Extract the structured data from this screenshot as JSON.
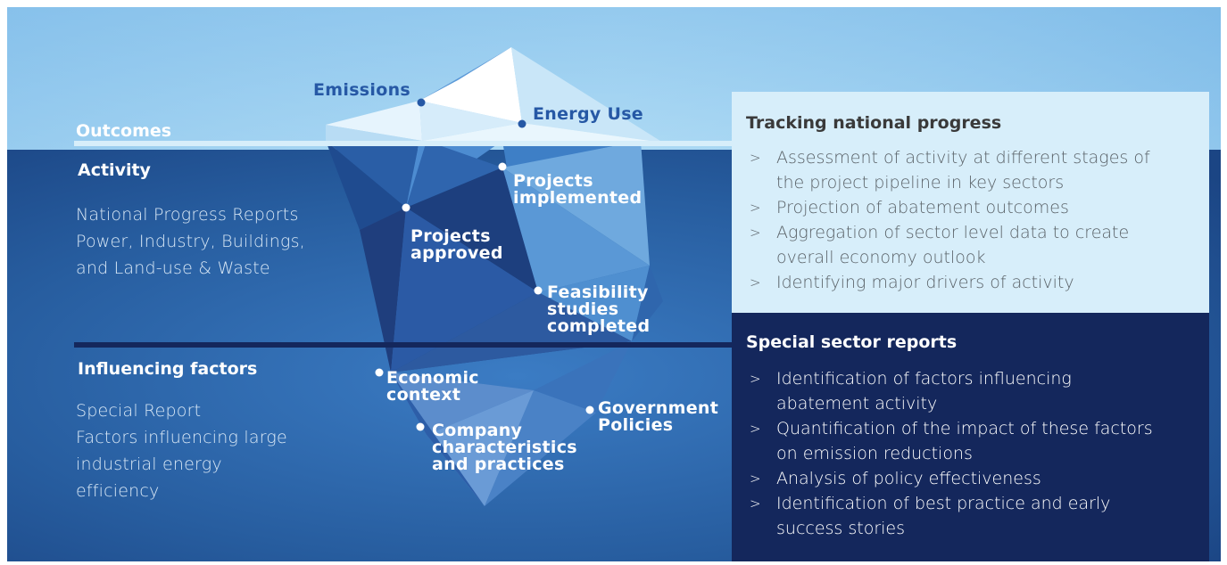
{
  "left": {
    "outcomes": "Outcomes",
    "activity": {
      "title": "Activity",
      "lines": [
        "National Progress Reports",
        "Power, Industry, Buildings,",
        "and Land-use & Waste"
      ]
    },
    "influencing": {
      "title": "Influencing factors",
      "lines": [
        "Special Report",
        "Factors influencing large",
        "industrial energy",
        "efficiency"
      ]
    }
  },
  "iceberg": {
    "emissions": "Emissions",
    "energy_use": "Energy Use",
    "projects_implemented": [
      "Projects",
      "implemented"
    ],
    "projects_approved": [
      "Projects",
      "approved"
    ],
    "feasibility": [
      "Feasibility",
      "studies",
      "completed"
    ],
    "economic": [
      "Economic",
      "context"
    ],
    "company": [
      "Company",
      "characteristics",
      "and practices"
    ],
    "government": [
      "Government",
      "Policies"
    ]
  },
  "tracking": {
    "title": "Tracking national progress",
    "items": [
      [
        "Assessment of activity at different stages of",
        "the project pipeline in key sectors"
      ],
      [
        "Projection of abatement outcomes"
      ],
      [
        "Aggregation of sector level data to create",
        "overall economy outlook"
      ],
      [
        "Identifying major drivers of activity"
      ]
    ]
  },
  "special": {
    "title": "Special sector reports",
    "items": [
      [
        "Identification of factors influencing",
        "abatement activity"
      ],
      [
        "Quantification of the impact of these factors",
        "on emission reductions"
      ],
      [
        "Analysis of policy effectiveness"
      ],
      [
        "Identification of best practice and early",
        "success stories"
      ]
    ]
  },
  "bullet_glyph": ">",
  "colors": {
    "sky_top": "#a9d6f2",
    "sea_dark": "#1c4a89",
    "sea_mid": "#2a63a8",
    "panel_light": "#d7eefa",
    "panel_dark": "#14275c",
    "label_blue": "#2658a5"
  }
}
